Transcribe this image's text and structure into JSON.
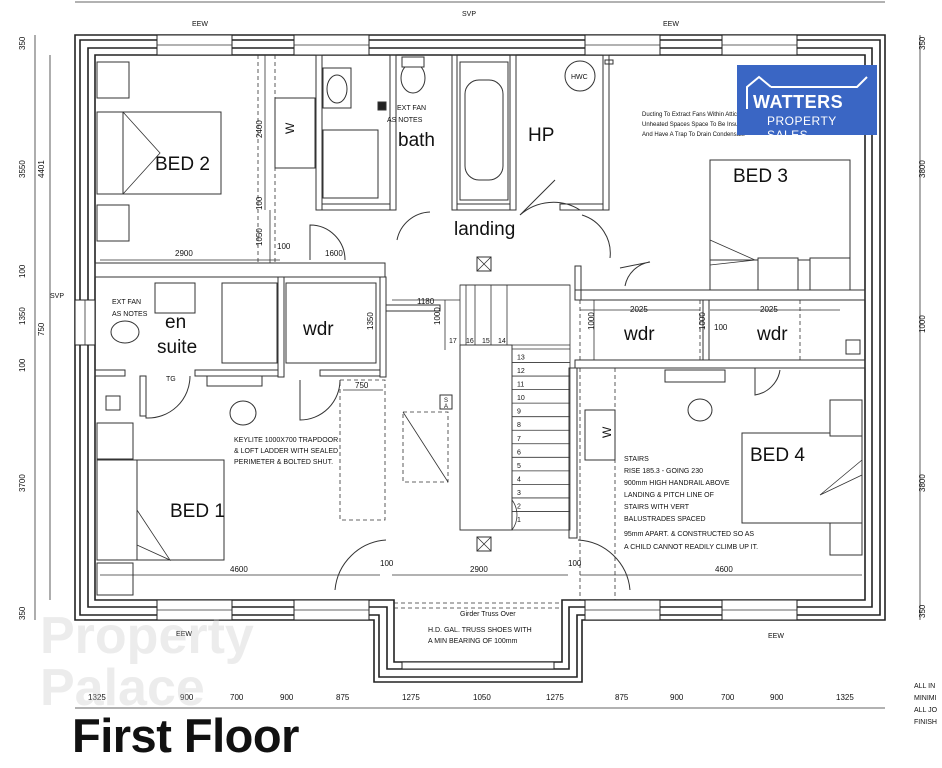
{
  "plan_title": "First Floor",
  "logo": {
    "line1": "WATTERS",
    "line2": "PROPERTY SALES",
    "color": "#3a66c4"
  },
  "watermark": {
    "line1": "Property",
    "line2": "Palace"
  },
  "rooms": {
    "bed1": "BED 1",
    "bed2": "BED 2",
    "bed3": "BED 3",
    "bed4": "BED 4",
    "bath": "bath",
    "hp": "HP",
    "landing": "landing",
    "en_suite_1": "en",
    "en_suite_2": "suite",
    "wdr_1": "wdr",
    "wdr_2": "wdr",
    "wdr_3": "wdr",
    "w_1": "W",
    "w_2": "W"
  },
  "labels": {
    "svp_top": "SVP",
    "svp_left": "SVP",
    "hwc": "HWC",
    "eew_top_left": "EEW",
    "eew_top_right": "EEW",
    "eew_bottom_left": "EEW",
    "eew_bottom_right": "EEW",
    "ext_fan_bath_1": "EXT FAN",
    "ext_fan_bath_2": "AS NOTES",
    "ext_fan_ens_1": "EXT FAN",
    "ext_fan_ens_2": "AS NOTES",
    "tg": "TG",
    "sa": "S",
    "sa2": "A",
    "ducting_1": "Ducting To Extract Fans Within Attic",
    "ducting_2": "Unheated Spaces Space To Be Insulated",
    "ducting_3": "And Have A Trap To Drain Condensate",
    "keylite_1": "KEYLITE 1000X700 TRAPDOOR",
    "keylite_2": "& LOFT LADDER WITH SEALED",
    "keylite_3": "PERIMETER & BOLTED SHUT.",
    "stairs_1": "STAIRS",
    "stairs_2": "RISE  185.3  -  GOING  230",
    "stairs_3": "900mm HIGH HANDRAIL ABOVE",
    "stairs_4": "LANDING & PITCH LINE OF",
    "stairs_5": "STAIRS WITH VERT",
    "stairs_6": "BALUSTRADES SPACED",
    "stairs_7": "95mm APART. & CONSTRUCTED SO AS",
    "stairs_8": "A CHILD CANNOT READILY CLIMB UP IT.",
    "girder": "Girder Truss Over",
    "truss_1": "H.D. GAL. TRUSS SHOES WITH",
    "truss_2": "A MIN BEARING OF 100mm",
    "notes_1": "ALL IN",
    "notes_2": "MINIMI",
    "notes_3": "ALL JO",
    "notes_4": "FINISH"
  },
  "stair_numbers": [
    "1",
    "2",
    "3",
    "4",
    "5",
    "6",
    "7",
    "8",
    "9",
    "10",
    "11",
    "12",
    "13"
  ],
  "stair_top_numbers": [
    "17",
    "16",
    "15",
    "14"
  ],
  "dimensions": {
    "left_vertical": [
      "350",
      "3550",
      "4401",
      "100",
      "1350",
      "750",
      "100",
      "3700",
      "350"
    ],
    "inner_vertical": [
      "2400",
      "100",
      "1050",
      "1350",
      "1000",
      "1000",
      "1000"
    ],
    "horizontal_inner": [
      "2900",
      "100",
      "1600",
      "1180",
      "750",
      "2025",
      "2025",
      "100",
      "4600",
      "100",
      "2900",
      "100",
      "4600"
    ],
    "bottom": [
      "1325",
      "900",
      "700",
      "900",
      "875",
      "1275",
      "1050",
      "1275",
      "875",
      "900",
      "700",
      "900",
      "1325"
    ],
    "right_vertical": [
      "350",
      "3800",
      "1000",
      "3800",
      "350"
    ]
  }
}
